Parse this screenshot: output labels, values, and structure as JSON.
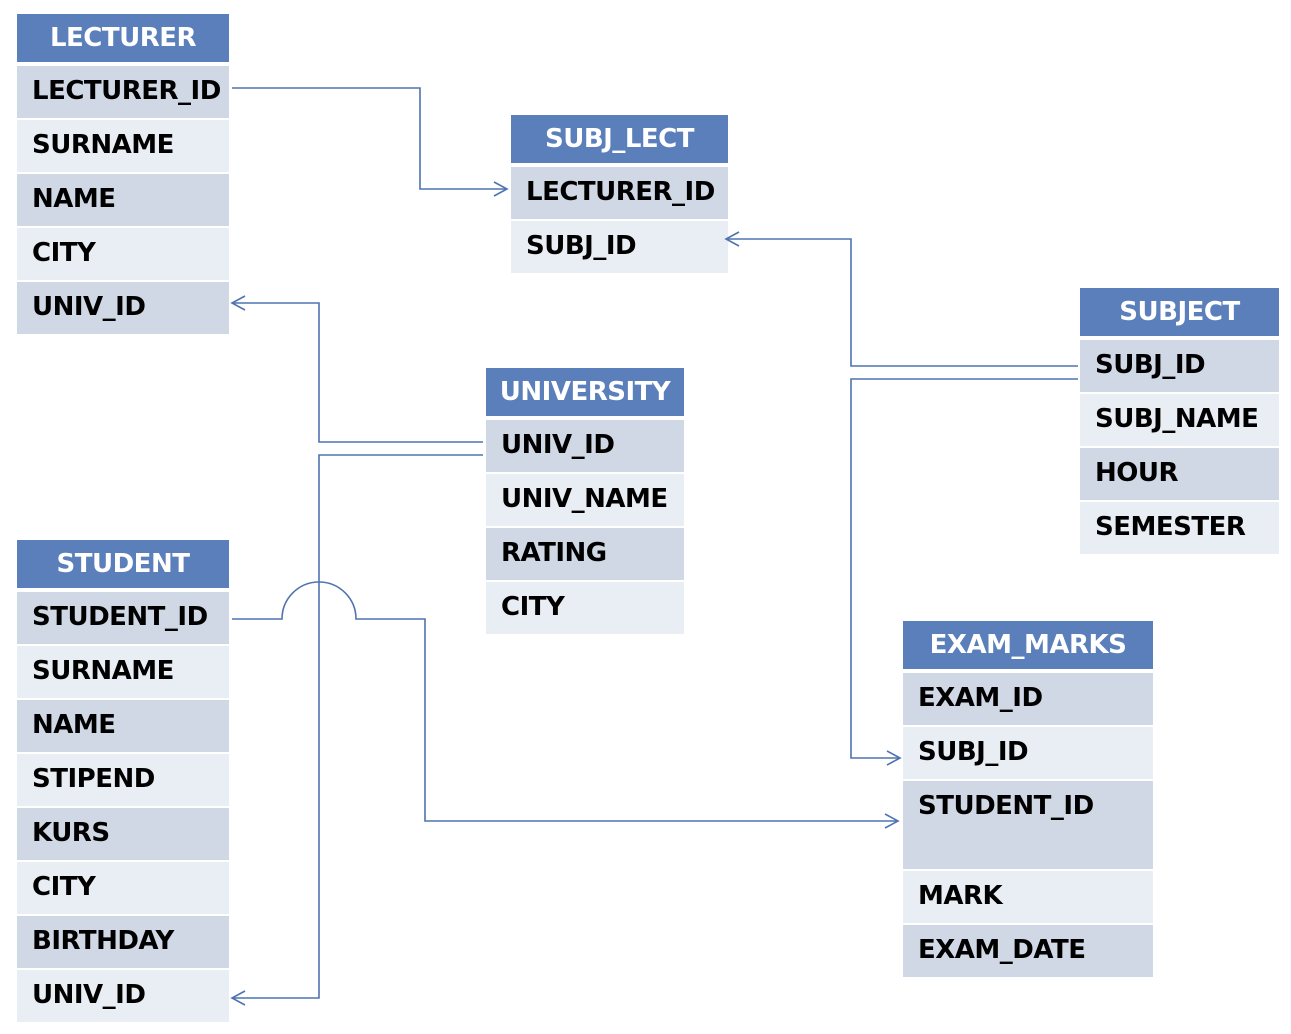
{
  "colors": {
    "header_bg": "#5a7fba",
    "row_dark": "#d0d7e5",
    "row_light": "#e9edf4",
    "line": "#4f73b0"
  },
  "entities": {
    "lecturer": {
      "title": "LECTURER",
      "fields": [
        "LECTURER_ID",
        "SURNAME",
        "NAME",
        "CITY",
        "UNIV_ID"
      ]
    },
    "subj_lect": {
      "title": "SUBJ_LECT",
      "fields": [
        "LECTURER_ID",
        "SUBJ_ID"
      ]
    },
    "subject": {
      "title": "SUBJECT",
      "fields": [
        "SUBJ_ID",
        "SUBJ_NAME",
        "HOUR",
        "SEMESTER"
      ]
    },
    "university": {
      "title": "UNIVERSITY",
      "fields": [
        "UNIV_ID",
        "UNIV_NAME",
        "RATING",
        "CITY"
      ]
    },
    "student": {
      "title": "STUDENT",
      "fields": [
        "STUDENT_ID",
        "SURNAME",
        "NAME",
        "STIPEND",
        "KURS",
        "CITY",
        "BIRTHDAY",
        "UNIV_ID"
      ]
    },
    "exam_marks": {
      "title": "EXAM_MARKS",
      "fields": [
        "EXAM_ID",
        "SUBJ_ID",
        "STUDENT_ID",
        "MARK",
        "EXAM_DATE"
      ]
    }
  }
}
